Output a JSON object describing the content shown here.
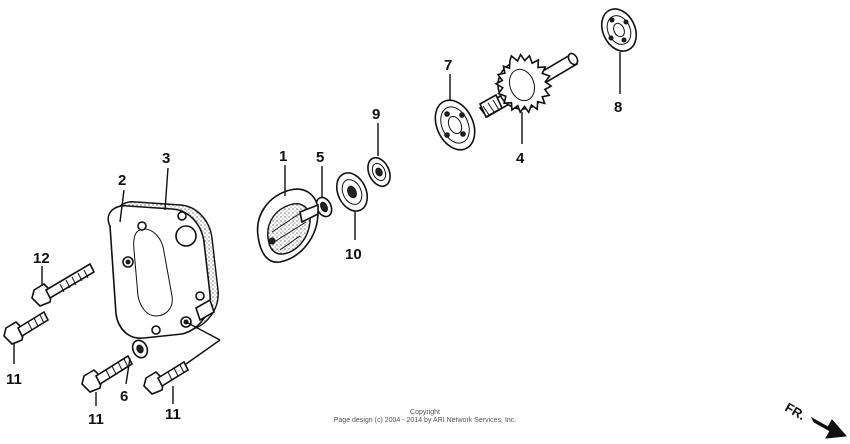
{
  "callouts": {
    "c1": "1",
    "c2": "2",
    "c3": "3",
    "c4": "4",
    "c5": "5",
    "c6": "6",
    "c7": "7",
    "c8": "8",
    "c9": "9",
    "c10": "10",
    "c11a": "11",
    "c11b": "11",
    "c11c": "11",
    "c12": "12"
  },
  "copyright": {
    "line1": "Copyright",
    "line2": "Page design (c) 2004 - 2014 by ARI Network Services, Inc."
  },
  "direction": {
    "label": "FR."
  }
}
